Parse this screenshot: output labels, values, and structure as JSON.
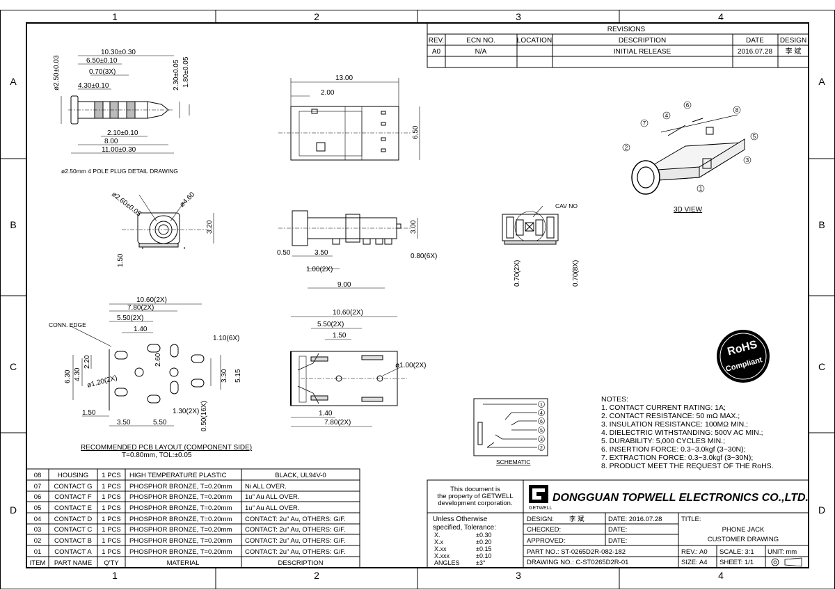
{
  "zones": {
    "cols": [
      "1",
      "2",
      "3",
      "4"
    ],
    "rows": [
      "A",
      "B",
      "C",
      "D"
    ]
  },
  "revisions": {
    "title": "REVISIONS",
    "headers": [
      "REV.",
      "ECN NO.",
      "LOCATION",
      "DESCRIPTION",
      "DATE",
      "DESIGN"
    ],
    "row": [
      "A0",
      "N/A",
      "",
      "INITIAL RELEASE",
      "2016.07.28",
      "李 斌"
    ]
  },
  "plug": {
    "dims": {
      "d1": "10.30±0.30",
      "d2": "6.50±0.10",
      "d3": "0.70(3X)",
      "d4": "4.30±0.10",
      "d5": "2.10±0.10",
      "d6": "8.00",
      "d7": "11.00±0.30",
      "v1": "ø2.50±0.03",
      "v2": "2.30±0.05",
      "v3": "1.80±0.05"
    },
    "caption": "ø2.50mm 4 POLE PLUG DETAIL DRAWING"
  },
  "top_view": {
    "dims": {
      "len": "13.00",
      "off": "2.00",
      "h": "6.50"
    }
  },
  "front_view": {
    "dims": {
      "d1": "ø2.60±0.05",
      "d2": "ø4.60",
      "h": "3.20",
      "b": "1.50"
    }
  },
  "side_view": {
    "dims": {
      "h": "3.00",
      "a": "0.50",
      "b": "3.50",
      "c": "1.00(2X)",
      "d": "9.00",
      "e": "0.80(6X)"
    }
  },
  "end_view": {
    "label": "CAV NO",
    "dims": {
      "a": "0.70(2X)",
      "b": "0.70(8X)"
    }
  },
  "view3d": {
    "caption": "3D VIEW",
    "callouts": [
      "1",
      "2",
      "3",
      "4",
      "5",
      "6",
      "7",
      "8"
    ]
  },
  "pcb": {
    "dims": {
      "a": "10.60(2X)",
      "b": "7.80(2X)",
      "c": "5.50(2X)",
      "d": "1.40",
      "e": "1.10(6X)",
      "f": "6.30",
      "g": "4.30",
      "h": "2.20",
      "i": "ø1.20(2X)",
      "j": "2.60",
      "k": "3.30",
      "l": "5.15",
      "m": "1.30(2X)",
      "n": "0.50(16X)",
      "o": "1.50",
      "p": "3.50",
      "q": "5.50"
    },
    "conn_edge": "CONN. EDGE",
    "caption": "RECOMMENDED PCB LAYOUT (COMPONENT SIDE)",
    "subcaption": "T=0.80mm, TOL:±0.05"
  },
  "bottom_view": {
    "dims": {
      "a": "10.60(2X)",
      "b": "5.50(2X)",
      "c": "1.50",
      "d": "ø1.00(2X)",
      "e": "1.40",
      "f": "7.80(2X)"
    }
  },
  "schematic": {
    "caption": "SCHEMATIC",
    "pins": [
      "1",
      "4",
      "6",
      "5",
      "3",
      "2"
    ]
  },
  "rohs": {
    "top": "RoHS",
    "bottom": "Compliant"
  },
  "notes": {
    "title": "NOTES:",
    "items": [
      "1. CONTACT CURRENT RATING: 1A;",
      "2. CONTACT RESISTANCE: 50 mΩ MAX.;",
      "3. INSULATION RESISTANCE: 100MΩ MIN.;",
      "4. DIELECTRIC WITHSTANDING: 500V AC MIN.;",
      "5. DURABILITY: 5,000 CYCLES MIN.;",
      "6. INSERTION FORCE: 0.3~3.0kgf (3~30N);",
      "7. EXTRACTION FORCE: 0.3~3.0kgf (3~30N);",
      "8. PRODUCT MEET THE REQUEST OF THE RoHS."
    ]
  },
  "bom": {
    "headers": [
      "ITEM",
      "PART NAME",
      "Q'TY",
      "MATERIAL",
      "DESCRIPTION"
    ],
    "rows": [
      [
        "08",
        "HOUSING",
        "1 PCS",
        "HIGH TEMPERATURE PLASTIC",
        "BLACK, UL94V-0"
      ],
      [
        "07",
        "CONTACT G",
        "1 PCS",
        "PHOSPHOR BRONZE, T=0.20mm",
        "Ni ALL OVER."
      ],
      [
        "06",
        "CONTACT F",
        "1 PCS",
        "PHOSPHOR BRONZE, T=0.20mm",
        "1u\" Au ALL OVER."
      ],
      [
        "05",
        "CONTACT E",
        "1 PCS",
        "PHOSPHOR BRONZE, T=0.20mm",
        "1u\" Au ALL OVER."
      ],
      [
        "04",
        "CONTACT D",
        "1 PCS",
        "PHOSPHOR BRONZE, T=0.20mm",
        "CONTACT: 2u\" Au, OTHERS: G/F."
      ],
      [
        "03",
        "CONTACT C",
        "1 PCS",
        "PHOSPHOR BRONZE, T=0.20mm",
        "CONTACT: 2u\" Au, OTHERS: G/F."
      ],
      [
        "02",
        "CONTACT B",
        "1 PCS",
        "PHOSPHOR BRONZE, T=0.20mm",
        "CONTACT: 2u\" Au, OTHERS: G/F."
      ],
      [
        "01",
        "CONTACT A",
        "1 PCS",
        "PHOSPHOR BRONZE, T=0.20mm",
        "CONTACT: 2u\" Au, OTHERS: G/F."
      ]
    ]
  },
  "titleblock": {
    "property": [
      "This document is",
      "the property of GETWELL",
      "development corporation."
    ],
    "logo_sub": "GETWELL",
    "company": "DONGGUAN TOPWELL ELECTRONICS CO.,LTD.",
    "tolerance": {
      "title": [
        "Unless Otherwise",
        "specified, Tolerance:"
      ],
      "rows": [
        [
          "X.",
          "±0.30"
        ],
        [
          "X.x",
          "±0.20"
        ],
        [
          "X.xx",
          "±0.15"
        ],
        [
          "X.xxx",
          "±0.10"
        ],
        [
          "ANGLES",
          "±3°"
        ]
      ]
    },
    "design_label": "DESIGN:",
    "design_val": "李 斌",
    "date1_label": "DATE: 2016.07.28",
    "checked_label": "CHECKED:",
    "date2_label": "DATE:",
    "approved_label": "APPROVED:",
    "date3_label": "DATE:",
    "part_no": "PART NO.: ST-0265D2R-082-182",
    "drawing_no": "DRAWING NO.: C-ST0265D2R-01",
    "title_label": "TITLE:",
    "title_line1": "PHONE JACK",
    "title_line2": "CUSTOMER DRAWING",
    "rev": "REV.: A0",
    "scale": "SCALE: 3:1",
    "unit": "UNIT: mm",
    "size": "SIZE: A4",
    "sheet": "SHEET: 1/1"
  }
}
